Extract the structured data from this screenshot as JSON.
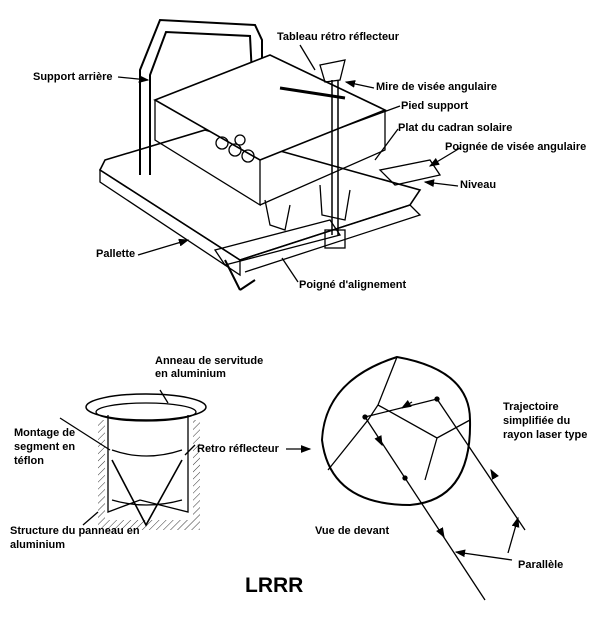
{
  "top_labels": {
    "tableau": "Tableau rétro réflecteur",
    "support_arriere": "Support arrière",
    "mire": "Mire de visée angulaire",
    "pied": "Pied support",
    "plat": "Plat du cadran solaire",
    "poignee_visee": "Poignée de visée angulaire",
    "niveau": "Niveau",
    "pallette": "Pallette",
    "poigne_alignement": "Poigné d'alignement"
  },
  "bottom_labels": {
    "anneau_1": "Anneau de servitude",
    "anneau_2": "en aluminium",
    "montage_1": "Montage de",
    "montage_2": "segment en",
    "montage_3": "téflon",
    "retro": "Retro réflecteur",
    "structure_1": "Structure du panneau en",
    "structure_2": "aluminium",
    "vue": "Vue de devant",
    "trajectoire_1": "Trajectoire",
    "trajectoire_2": "simplifiée du",
    "trajectoire_3": "rayon laser type",
    "parallele": "Parallèle"
  },
  "title": "LRRR"
}
